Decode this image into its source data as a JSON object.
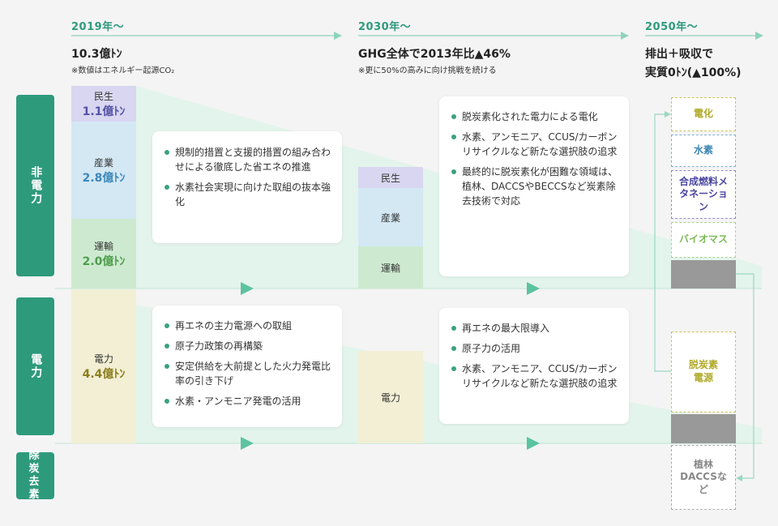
{
  "timeline": {
    "p2019": "2019年〜",
    "p2030": "2030年〜",
    "p2050": "2050年〜"
  },
  "col2019": {
    "headline": "10.3億ﾄﾝ",
    "note": "※数値はエネルギー起源CO₂"
  },
  "col2030": {
    "headline": "GHG全体で2013年比▲46%",
    "note": "※更に50%の高みに向け挑戦を続ける"
  },
  "col2050": {
    "line1": "排出＋吸収で",
    "line2": "実質0ﾄﾝ(▲100%)"
  },
  "tags": {
    "non_power": "非電力",
    "power": "電力",
    "removal": "除炭去素"
  },
  "chart_data": {
    "type": "bar",
    "categories": [
      "2019年〜",
      "2030年〜"
    ],
    "series": [
      {
        "name": "民生",
        "values": [
          1.1,
          null
        ],
        "color": "#d6d3ef"
      },
      {
        "name": "産業",
        "values": [
          2.8,
          null
        ],
        "color": "#d4e8f4"
      },
      {
        "name": "運輸",
        "values": [
          2.0,
          null
        ],
        "color": "#cde9d0"
      },
      {
        "name": "電力",
        "values": [
          4.4,
          null
        ],
        "color": "#f2efd2"
      }
    ],
    "unit": "億ﾄﾝ"
  },
  "bars2019": {
    "minsei": {
      "label": "民生",
      "value": "1.1億ﾄﾝ",
      "color": "#5552a6"
    },
    "sangyo": {
      "label": "産業",
      "value": "2.8億ﾄﾝ",
      "color": "#3d88bb"
    },
    "unyu": {
      "label": "運輸",
      "value": "2.0億ﾄﾝ",
      "color": "#4e9d4d"
    },
    "denryoku": {
      "label": "電力",
      "value": "4.4億ﾄﾝ",
      "color": "#8b7e1f"
    }
  },
  "bars2030": {
    "minsei": "民生",
    "sangyo": "産業",
    "unyu": "運輸",
    "denryoku": "電力"
  },
  "cards": {
    "nonpower_2019": [
      "規制的措置と支援的措置の組み合わせによる徹底した省エネの推進",
      "水素社会実現に向けた取組の抜本強化"
    ],
    "power_2019": [
      "再エネの主力電源への取組",
      "原子力政策の再構築",
      "安定供給を大前提とした火力発電比率の引き下げ",
      "水素・アンモニア発電の活用"
    ],
    "nonpower_2030": [
      "脱炭素化された電力による電化",
      "水素、アンモニア、CCUS/カーボンリサイクルなど新たな選択肢の追求",
      "最終的に脱炭素化が困難な領域は、植林、DACCSやBECCSなど炭素除去技術で対応"
    ],
    "power_2030": [
      "再エネの最大限導入",
      "原子力の活用",
      "水素、アンモニア、CCUS/カーボンリサイクルなど新たな選択肢の追求"
    ]
  },
  "boxes2050": {
    "denka": "電化",
    "suiso": "水素",
    "gosei": "合成燃料メタネーション",
    "bio": "バイオマス",
    "datsutanso": "脱炭素電源",
    "shokurin": "植林DACCSなど"
  },
  "colors": {
    "accent": "#2e9a7c",
    "denka": "#b0aa2a",
    "suiso": "#3d86b3",
    "gosei": "#4b46a0",
    "bio": "#7cba58",
    "removal_box": "#888888"
  }
}
